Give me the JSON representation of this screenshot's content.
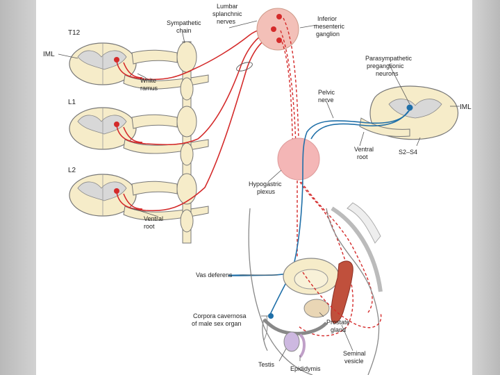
{
  "labels": {
    "t12": "T12",
    "l1": "L1",
    "l2": "L2",
    "iml_left": "IML",
    "white_ramus": [
      "White",
      "ramus"
    ],
    "ventral_root_left": [
      "Ventral",
      "root"
    ],
    "sympathetic_chain": [
      "Sympathetic",
      "chain"
    ],
    "lumbar_splanchnic": [
      "Lumbar",
      "splanchnic",
      "nerves"
    ],
    "inferior_mesenteric": [
      "Inferior",
      "mesenteric",
      "ganglion"
    ],
    "parasympathetic": [
      "Parasympathetic",
      "preganglionic",
      "neurons"
    ],
    "iml_right": "IML",
    "pelvic_nerve": [
      "Pelvic",
      "nerve"
    ],
    "ventral_root_right": [
      "Ventral",
      "root"
    ],
    "s2_s4": "S2–S4",
    "hypogastric": [
      "Hypogastric",
      "plexus"
    ],
    "vas_deferens": "Vas deferens",
    "corpora": [
      "Corpora cavernosa",
      "of male sex organ"
    ],
    "prostate": [
      "Prostate",
      "gland"
    ],
    "seminal": [
      "Seminal",
      "vesicle"
    ],
    "testis": "Testis",
    "epididymis": "Epididymis"
  },
  "colors": {
    "sympathetic": "#d42a2a",
    "parasympathetic": "#1f6fa8",
    "cord_fill": "#f6ecc9",
    "gray_matter": "#d8d8d8",
    "ganglion_fill": "#f3c0b8",
    "plexus_fill": "#f4b6b6"
  }
}
